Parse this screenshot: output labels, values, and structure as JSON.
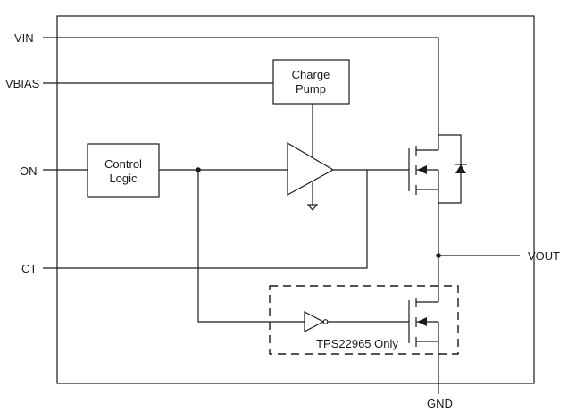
{
  "diagram": {
    "pins": {
      "vin": "VIN",
      "vbias": "VBIAS",
      "on": "ON",
      "ct": "CT",
      "vout": "VOUT",
      "gnd": "GND"
    },
    "blocks": {
      "charge_pump_line1": "Charge",
      "charge_pump_line2": "Pump",
      "control_logic_line1": "Control",
      "control_logic_line2": "Logic"
    },
    "region_label": "TPS22965 Only"
  },
  "colors": {
    "stroke": "#1a1a1a",
    "background": "#ffffff"
  }
}
